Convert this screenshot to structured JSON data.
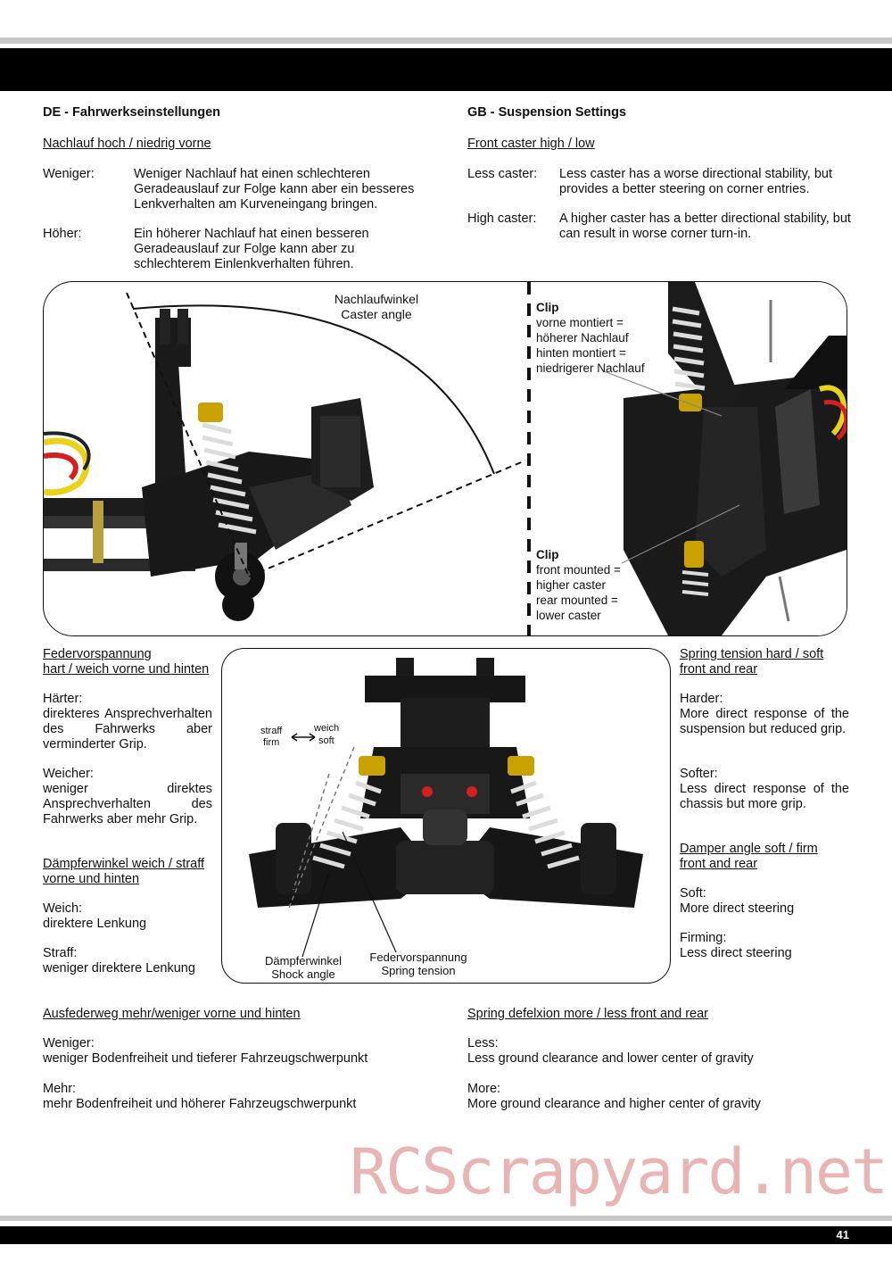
{
  "page": {
    "number": "41"
  },
  "de": {
    "title": "DE - Fahrwerkseinstellungen",
    "caster_heading": "Nachlauf hoch / niedrig vorne",
    "less_term": "Weniger:",
    "less_text": "Weniger Nachlauf hat einen schlechteren Geradeauslauf zur Folge kann aber ein besseres Lenkverhalten am Kurveneingang bringen.",
    "more_term": "Höher:",
    "more_text": "Ein höherer Nachlauf hat einen besseren Geradeauslauf zur Folge kann aber zu schlechterem Einlenkverhalten führen."
  },
  "gb": {
    "title": "GB - Suspension Settings",
    "caster_heading": "Front caster high / low",
    "less_term": "Less caster:",
    "less_text": "Less caster has a worse directional stability, but provides a better steering on corner entries.",
    "more_term": "High caster:",
    "more_text": "A higher caster has a better directional stability, but can result in worse corner turn-in."
  },
  "figure_caster": {
    "angle_label_de": "Nachlaufwinkel",
    "angle_label_en": "Caster angle",
    "clip1_title": "Clip",
    "clip1_lines": [
      "vorne montiert =",
      "höherer Nachlauf",
      "hinten montiert =",
      "niedrigerer Nachlauf"
    ],
    "clip2_title": "Clip",
    "clip2_lines": [
      "front mounted =",
      "higher caster",
      "rear mounted =",
      "lower caster"
    ]
  },
  "figure_shock": {
    "straff": "straff",
    "firm": "firm",
    "weich": "weich",
    "soft": "soft",
    "shock_label_de": "Dämpferwinkel",
    "shock_label_en": "Shock angle",
    "spring_label_de": "Federvorspannung",
    "spring_label_en": "Spring tension"
  },
  "left_col": {
    "spring_heading_1": "Federvorspannung",
    "spring_heading_2": "hart / weich vorne und hinten",
    "harder_term": "Härter:",
    "harder_text": "direkteres Ansprechverhalten des Fahrwerks aber verminderter Grip.",
    "softer_term": "Weicher:",
    "softer_text": "weniger direktes Ansprechverhalten des Fahrwerks aber mehr Grip.",
    "damper_heading_1": "Dämpferwinkel weich / straff",
    "damper_heading_2": "vorne und hinten",
    "soft_term": "Weich:",
    "soft_text": "direktere Lenkung",
    "firm_term": "Straff:",
    "firm_text": "weniger direktere Lenkung"
  },
  "right_col": {
    "spring_heading_1": "Spring tension hard / soft",
    "spring_heading_2": "front and rear",
    "harder_term": "Harder:",
    "harder_text": "More direct response of the suspension but reduced grip.",
    "softer_term": "Softer:",
    "softer_text": "Less direct response of the chassis but more grip.",
    "damper_heading_1": "Damper angle soft / firm",
    "damper_heading_2": "front and rear",
    "soft_term": "Soft:",
    "soft_text": "More direct steering",
    "firm_term": "Firming:",
    "firm_text": "Less direct steering"
  },
  "bottom_de": {
    "heading": "Ausfederweg mehr/weniger vorne und hinten",
    "less_term": "Weniger:",
    "less_text": "weniger Bodenfreiheit und tieferer Fahrzeugschwerpunkt",
    "more_term": "Mehr:",
    "more_text": "mehr Bodenfreiheit und höherer Fahrzeugschwerpunkt"
  },
  "bottom_gb": {
    "heading": "Spring defelxion more / less front and rear",
    "less_term": "Less:",
    "less_text": "Less ground clearance and lower center of gravity",
    "more_term": "More:",
    "more_text": "More ground clearance and higher center of gravity"
  },
  "watermark": "RCScrapyard.net",
  "colors": {
    "bar": "#000000",
    "rule": "#c8c8c8",
    "watermark": "#e8b4b4",
    "gold": "#c9a100",
    "wire_red": "#d42020",
    "wire_yellow": "#e8d21a"
  }
}
